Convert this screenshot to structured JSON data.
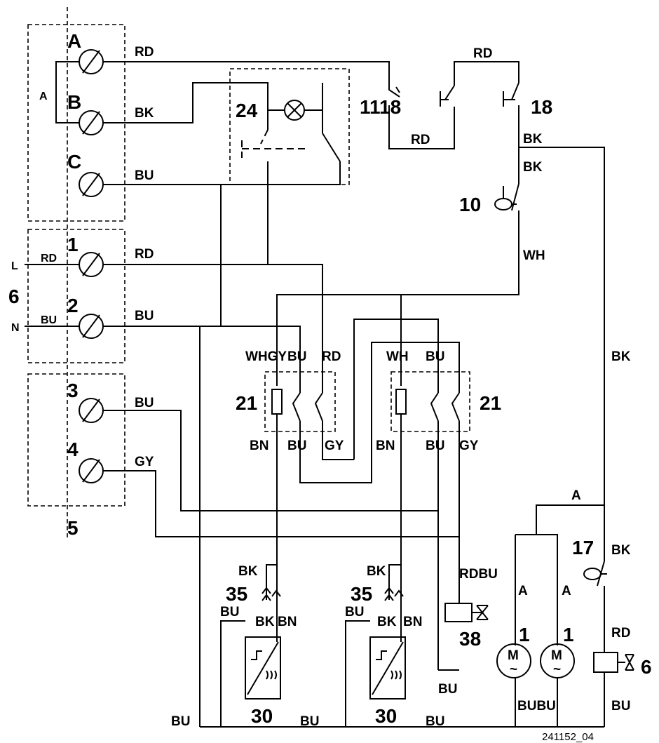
{
  "terminal_blocks": {
    "top": {
      "letters": [
        "A",
        "B",
        "C"
      ],
      "bridge_label": "A"
    },
    "mains": {
      "numbers": [
        "1",
        "2"
      ],
      "l_label": "L",
      "n_label": "N",
      "block_label": "6"
    },
    "lower": {
      "numbers": [
        "3",
        "4"
      ],
      "block_label": "5"
    }
  },
  "wire_colors": {
    "rd": "RD",
    "bk": "BK",
    "bu": "BU",
    "gy": "GY",
    "wh": "WH",
    "bn": "BN",
    "whgy": "WHGY",
    "rdbu": "RDBU",
    "bubu": "BUBU"
  },
  "components": {
    "lamp_switch": "24",
    "switch_1118": "1118",
    "switch_18": "18",
    "thermostat_10": "10",
    "contactor_21": "21",
    "pressostat_17": "17",
    "connector_35": "35",
    "heater_30": "30",
    "valve_38": "38",
    "valve_6": "6",
    "motor_1": "1",
    "motor_symbol": "M",
    "motor_ac": "~",
    "motor_wire": "A"
  },
  "drawing_code": "241152_04"
}
